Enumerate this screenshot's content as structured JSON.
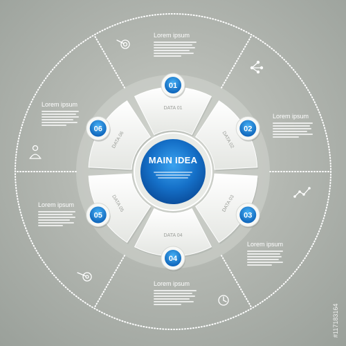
{
  "center": {
    "title": "MAIN IDEA"
  },
  "segments": [
    {
      "number": "01",
      "label": "DATA 01",
      "title": "Lorem ipsum",
      "icon": "target-icon"
    },
    {
      "number": "02",
      "label": "DATA 02",
      "title": "Lorem ipsum",
      "icon": "network-icon"
    },
    {
      "number": "03",
      "label": "DATA 03",
      "title": "Lorem ipsum",
      "icon": "line-chart-icon"
    },
    {
      "number": "04",
      "label": "DATA 04",
      "title": "Lorem ipsum",
      "icon": "clock-icon"
    },
    {
      "number": "05",
      "label": "DATA 05",
      "title": "Lorem ipsum",
      "icon": "bullseye-icon"
    },
    {
      "number": "06",
      "label": "DATA 06",
      "title": "Lorem ipsum",
      "icon": "person-icon"
    }
  ],
  "watermark": "#117183164",
  "colors": {
    "accent": "#1e7fd6",
    "accent_dark": "#0b4f9e",
    "segment": "#f3f4f2",
    "background": "#b3b7b1"
  }
}
